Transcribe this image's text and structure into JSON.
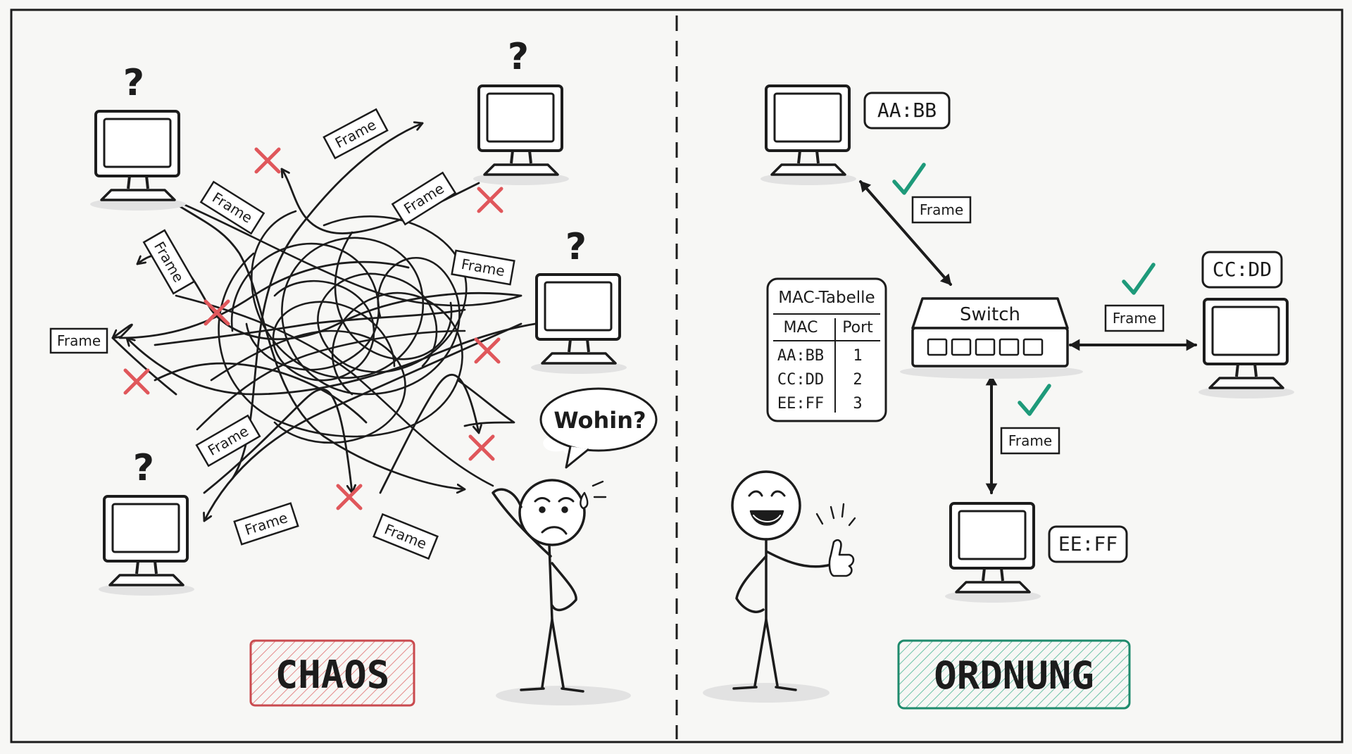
{
  "chaos": {
    "label": "CHAOS",
    "question_mark": "?",
    "frame_label": "Frame",
    "speech": "Wohin?",
    "accent_color": "#e0575b"
  },
  "order": {
    "label": "ORDNUNG",
    "switch_label": "Switch",
    "frame_label": "Frame",
    "accent_color": "#1e9a7a",
    "hosts": [
      {
        "mac": "AA:BB"
      },
      {
        "mac": "CC:DD"
      },
      {
        "mac": "EE:FF"
      }
    ],
    "mac_table": {
      "title": "MAC-Tabelle",
      "headers": [
        "MAC",
        "Port"
      ],
      "rows": [
        [
          "AA:BB",
          "1"
        ],
        [
          "CC:DD",
          "2"
        ],
        [
          "EE:FF",
          "3"
        ]
      ]
    }
  },
  "icons": {
    "computer": "computer-icon",
    "error_mark": "x-mark-icon",
    "check_mark": "checkmark-icon",
    "switch": "network-switch-icon"
  }
}
